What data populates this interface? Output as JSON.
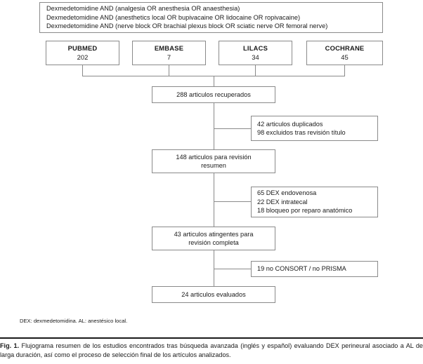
{
  "search_strategy": {
    "lines": [
      "Dexmedetomidine AND (analgesia OR anesthesia OR anaesthesia)",
      "Dexmedetomidine AND (anesthetics local OR bupivacaine OR lidocaine OR ropivacaine)",
      "Dexmedetomidine AND (nerve block OR brachial plexus block OR sciatic nerve OR femoral nerve)"
    ]
  },
  "databases": [
    {
      "name": "PUBMED",
      "count": "202"
    },
    {
      "name": "EMBASE",
      "count": "7"
    },
    {
      "name": "LILACS",
      "count": "34"
    },
    {
      "name": "COCHRANE",
      "count": "45"
    }
  ],
  "flow": {
    "retrieved": {
      "lines": [
        "288 articulos recuperados"
      ]
    },
    "excluded_title": {
      "lines": [
        "42 articulos duplicados",
        "98 excluidos tras revisión título"
      ]
    },
    "abstract_review": {
      "lines": [
        "148 articulos para revisión",
        "resumen"
      ]
    },
    "excluded_route": {
      "lines": [
        "65 DEX endovenosa",
        "22 DEX intratecal",
        "18 bloqueo por reparo anatómico"
      ]
    },
    "full_review": {
      "lines": [
        "43 articulos atingentes para",
        "revisión completa"
      ]
    },
    "excluded_quality": {
      "lines": [
        "19 no CONSORT / no PRISMA"
      ]
    },
    "evaluated": {
      "lines": [
        "24 articulos evaluados"
      ]
    }
  },
  "footnote": "DEX: dexmedetomidina. AL: anestésico local.",
  "caption": {
    "label": "Fig. 1.",
    "text": " Flujograma resumen de los estudios encontrados tras búsqueda avanzada (inglés y español) evaluando DEX perineural asociado a AL de larga duración, así como el proceso de selección final de los artículos analizados."
  },
  "colors": {
    "border": "#8a8a8a",
    "text": "#1a1a1a",
    "background": "#ffffff"
  }
}
